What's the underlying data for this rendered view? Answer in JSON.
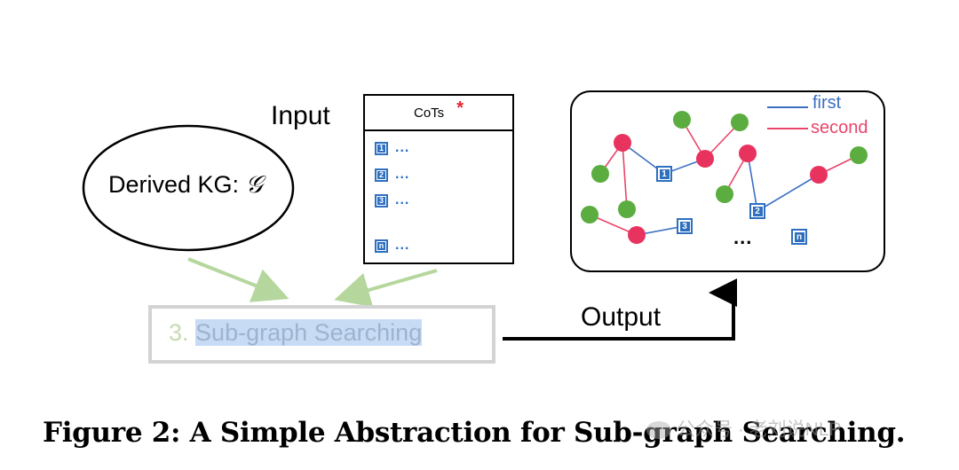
{
  "input_label": "Input",
  "output_label": "Output",
  "kg": {
    "label": "Derived KG:",
    "symbol": "𝒢"
  },
  "cots": {
    "header": "CoTs",
    "star": "*",
    "items": [
      {
        "num": "1",
        "text": "..."
      },
      {
        "num": "2",
        "text": "..."
      },
      {
        "num": "3",
        "text": "..."
      },
      {
        "num": "n",
        "text": "..."
      }
    ]
  },
  "graph": {
    "tags": [
      "1",
      "2",
      "3",
      "n"
    ],
    "ellipsis": "...",
    "legend": {
      "first": "first",
      "second": "second"
    }
  },
  "colors": {
    "first_edge": "#3c6fc4",
    "second_edge": "#e9446a",
    "red_node": "#e8335f",
    "green_node": "#5aad3e",
    "tag_blue": "#2e6fbf",
    "arrow_green": "#b5d79d",
    "step_box": "#d3d3d3"
  },
  "step": {
    "number": "3.",
    "text": "Sub-graph Searching"
  },
  "caption": "Figure 2: A Simple Abstraction for Sub-graph Searching.",
  "watermark": "公众号 · 老刘说NLP"
}
